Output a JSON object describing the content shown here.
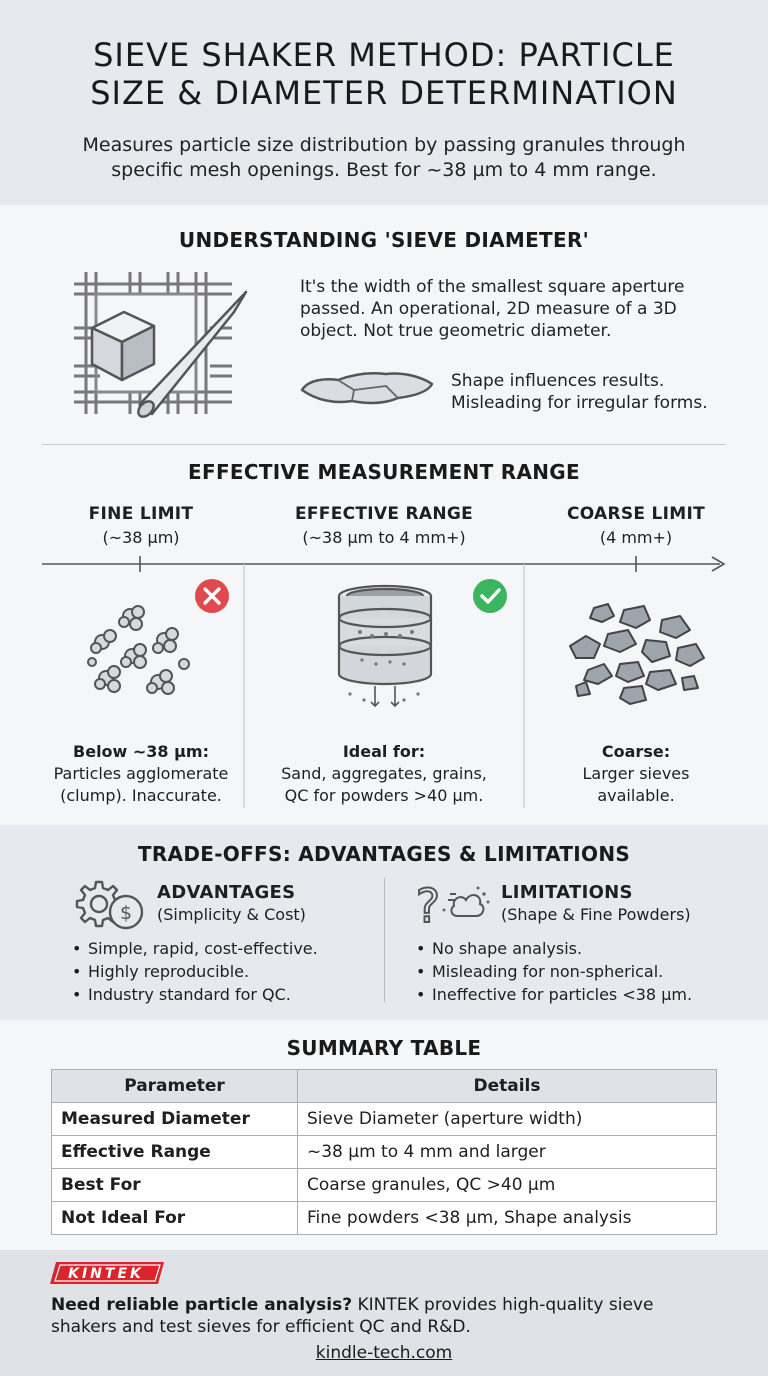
{
  "header": {
    "title_line1": "SIEVE SHAKER METHOD: PARTICLE",
    "title_line2": "SIZE & DIAMETER DETERMINATION",
    "subtitle_line1": "Measures particle size distribution by passing granules through",
    "subtitle_line2": "specific mesh openings. Best for ~38 µm to 4 mm range."
  },
  "sieve_diameter": {
    "heading": "UNDERSTANDING 'SIEVE DIAMETER'",
    "text_line1": "It's the width of the smallest square aperture",
    "text_line2": "passed. An operational, 2D measure of a 3D",
    "text_line3": "object. Not true geometric diameter.",
    "shape_line1": "Shape influences results.",
    "shape_line2": "Misleading for irregular forms.",
    "icons": [
      "sieve-mesh-icon",
      "cube-particle-icon",
      "needle-particle-icon",
      "irregular-particle-icon"
    ]
  },
  "range": {
    "heading": "EFFECTIVE MEASUREMENT RANGE",
    "columns": [
      {
        "title": "FINE LIMIT",
        "sub": "(~38 µm)",
        "caption_bold": "Below ~38 µm:",
        "caption_line1": "Particles agglomerate",
        "caption_line2": "(clump). Inaccurate.",
        "status_icon": "cross-icon"
      },
      {
        "title": "EFFECTIVE RANGE",
        "sub": "(~38 µm to 4 mm+)",
        "caption_bold": "Ideal for:",
        "caption_line1": "Sand, aggregates, grains,",
        "caption_line2": "QC for powders >40 µm.",
        "status_icon": "check-icon"
      },
      {
        "title": "COARSE LIMIT",
        "sub": "(4 mm+)",
        "caption_bold": "Coarse:",
        "caption_line1": "Larger sieves",
        "caption_line2": "available.",
        "status_icon": ""
      }
    ],
    "colors": {
      "cross": "#e04a4f",
      "check": "#3cb561"
    }
  },
  "tradeoffs": {
    "heading": "TRADE-OFFS: ADVANTAGES & LIMITATIONS",
    "advantages": {
      "title": "ADVANTAGES",
      "sub": "(Simplicity & Cost)",
      "items": [
        "Simple, rapid, cost-effective.",
        "Highly reproducible.",
        "Industry standard for QC."
      ]
    },
    "limitations": {
      "title": "LIMITATIONS",
      "sub": "(Shape & Fine Powders)",
      "items": [
        "No shape analysis.",
        "Misleading for non-spherical.",
        "Ineffective for particles <38 µm."
      ]
    }
  },
  "summary": {
    "heading": "SUMMARY TABLE",
    "columns": [
      "Parameter",
      "Details"
    ],
    "rows": [
      [
        "Measured Diameter",
        "Sieve Diameter (aperture width)"
      ],
      [
        "Effective Range",
        "~38 µm to 4 mm and larger"
      ],
      [
        "Best For",
        "Coarse granules, QC >40 µm"
      ],
      [
        "Not Ideal For",
        "Fine powders <38 µm, Shape analysis"
      ]
    ]
  },
  "footer": {
    "logo_text": "KINTEK",
    "logo_color": "#d9252b",
    "cta_bold": "Need reliable particle analysis?",
    "cta_rest": " KINTEK provides high-quality sieve",
    "cta_line2": "shakers and test sieves for efficient QC and R&D.",
    "link": "kindle-tech.com"
  }
}
